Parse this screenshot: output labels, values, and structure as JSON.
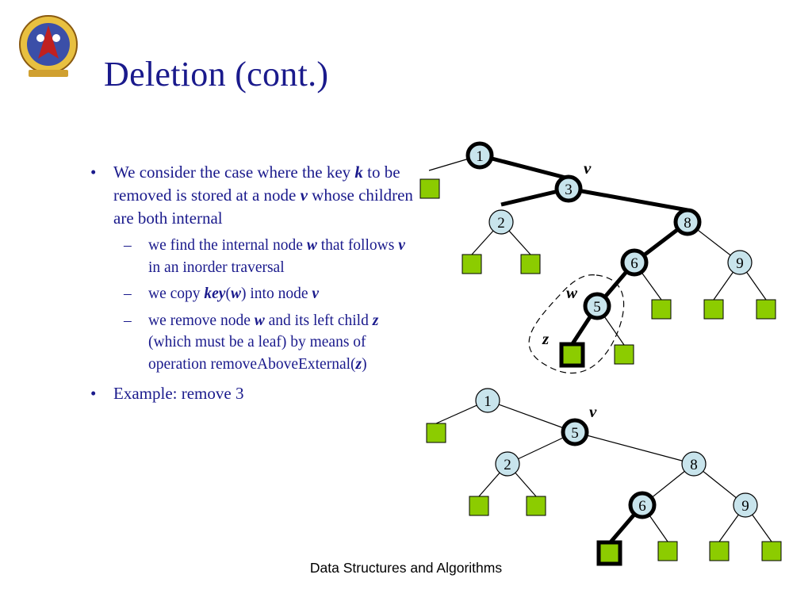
{
  "slide": {
    "title": "Deletion (cont.)",
    "footer": "Data Structures and Algorithms"
  },
  "bullets": {
    "b1": {
      "t1": "We consider the case where the key ",
      "k": "k",
      "t2": " to be removed is stored at a node ",
      "v": "v",
      "t3": " whose children are both internal"
    },
    "s1": {
      "t1": "we find the internal node ",
      "w": "w",
      "t2": " that follows ",
      "v": "v",
      "t3": " in an inorder traversal"
    },
    "s2": {
      "t1": "we copy ",
      "key": "key",
      "p1": "(",
      "w": "w",
      "p2": ") into node ",
      "v": "v"
    },
    "s3": {
      "t1": "we remove node ",
      "w": "w",
      "t2": " and its left child ",
      "z": "z",
      "t3": " (which must be a leaf) by means of operation removeAboveExternal(",
      "z2": "z",
      "t4": ")"
    },
    "b2": {
      "text": "Example: remove 3"
    }
  },
  "trees": {
    "before": {
      "nodes": [
        "1",
        "3",
        "2",
        "8",
        "6",
        "9",
        "5"
      ],
      "labels": {
        "v": "v",
        "w": "w",
        "z": "z"
      }
    },
    "after": {
      "nodes": [
        "1",
        "5",
        "2",
        "8",
        "6",
        "9"
      ],
      "labels": {
        "v": "v"
      }
    }
  },
  "colors": {
    "title": "#1a1a8c",
    "node_fill": "#c8e4ec",
    "leaf_fill": "#8ccc00",
    "edge": "#000000"
  }
}
